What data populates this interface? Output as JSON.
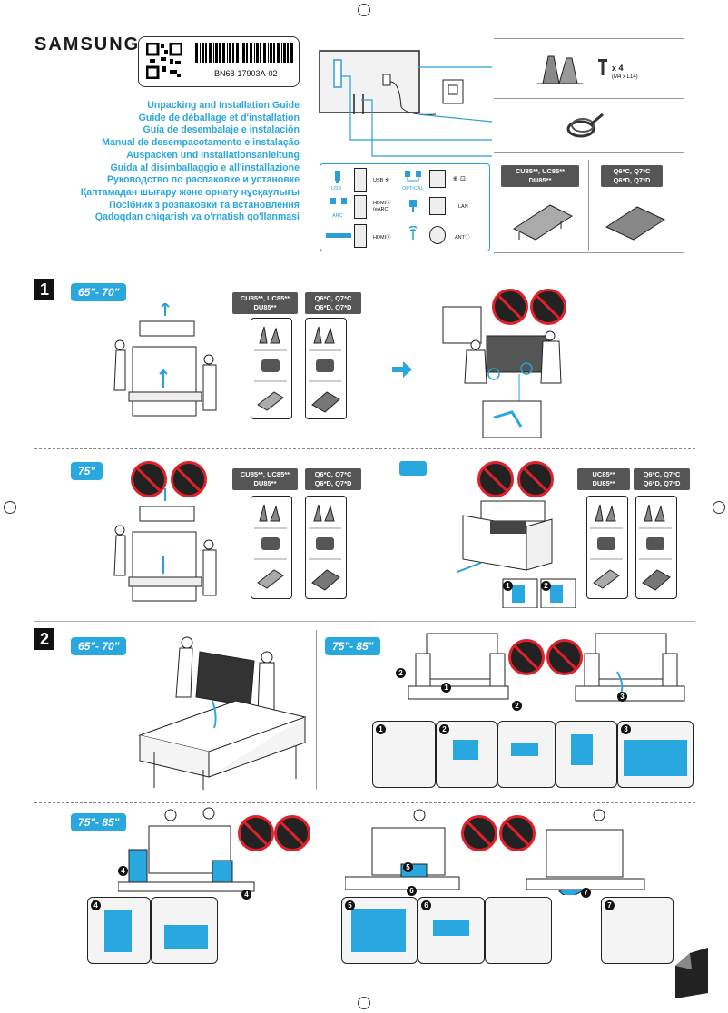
{
  "header": {
    "brand": "SAMSUNG",
    "code": "BN68-17903A-02"
  },
  "titles": [
    "Unpacking and Installation Guide",
    "Guide de déballage et d'installation",
    "Guía de desembalaje e instalación",
    "Manual de desempacotamento e instalação",
    "Auspacken und Installationsanleitung",
    "Guida al disimballaggio e all'installazione",
    "Руководство по распаковке и установке",
    "Қаптамадан шығару және орнату нұсқаулығы",
    "Посібник з розпаковки та встановлення",
    "Qadoqdan chiqarish va o'rnatish qo'llanmasi"
  ],
  "ports": {
    "usb": "USB",
    "usb_port": "USB ⭍",
    "optical": "OPTICAL",
    "arc": "ARC",
    "hdmi_earc": "HDMIⓘ\n(eARC)",
    "lan": "LAN",
    "hdmi": "HDMIⓘ",
    "ant": "ANTⓘ"
  },
  "accessories": {
    "screw_count": "x 4",
    "screw_spec": "(M4 x L14)",
    "model_a": "CU85**, UC85**\nDU85**",
    "model_b": "Q6*C, Q7*C\nQ6*D, Q7*D"
  },
  "step1": {
    "number": "1",
    "size_a": "65\"- 70\"",
    "size_b": "75\"",
    "model_a": "CU85**, UC85**\nDU85**",
    "model_b": "Q6*C, Q7*C\nQ6*D, Q7*D",
    "model_c": "UC85**\nDU85**",
    "model_d": "Q6*C, Q7*C\nQ6*D, Q7*D",
    "sub1": "1",
    "sub2": "2"
  },
  "step2": {
    "number": "2",
    "size_a": "65\"- 70\"",
    "size_b": "75\"- 85\"",
    "size_c": "75\"- 85\"",
    "n1": "1",
    "n2": "2",
    "n3": "3",
    "n4": "4",
    "n5": "5",
    "n6": "6",
    "n7": "7"
  },
  "colors": {
    "accent": "#29a7df",
    "prohibit": "#e0202b"
  }
}
